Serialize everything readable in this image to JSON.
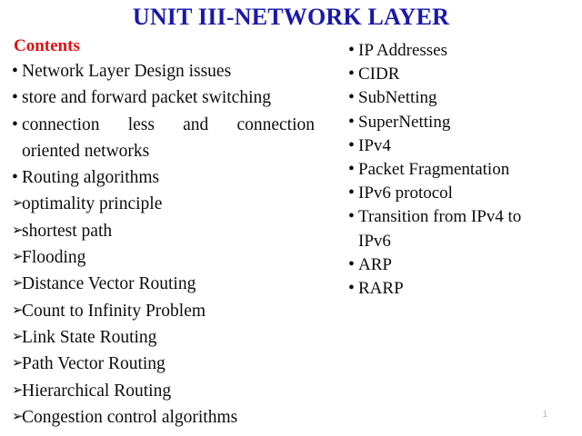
{
  "slide": {
    "title": "UNIT III-NETWORK LAYER",
    "title_color": "#1a18a8",
    "background_color": "#ffffff",
    "page_number": "1"
  },
  "left_column": {
    "heading": "Contents",
    "heading_color": "#e21010",
    "bullet_level1_glyph": "•",
    "bullet_level2_glyph": "➢",
    "items": [
      {
        "level": 1,
        "text": "Network Layer Design issues"
      },
      {
        "level": 1,
        "text": " store and  forward packet switching"
      },
      {
        "level": 1,
        "text": "connection less and connection",
        "justified": true,
        "continuation": "oriented networks"
      },
      {
        "level": 1,
        "text": "Routing algorithms"
      },
      {
        "level": 2,
        "text": "optimality principle"
      },
      {
        "level": 2,
        "text": " shortest path"
      },
      {
        "level": 2,
        "text": "Flooding"
      },
      {
        "level": 2,
        "text": "Distance Vector Routing"
      },
      {
        "level": 2,
        "text": "Count to  Infinity Problem"
      },
      {
        "level": 2,
        "text": "Link State Routing"
      },
      {
        "level": 2,
        "text": " Path Vector Routing"
      },
      {
        "level": 2,
        "text": "Hierarchical Routing"
      },
      {
        "level": 2,
        "text": "Congestion control algorithms"
      }
    ]
  },
  "right_column": {
    "bullet_level1_glyph": "•",
    "items": [
      {
        "level": 1,
        "text": "IP Addresses"
      },
      {
        "level": 1,
        "text": "CIDR"
      },
      {
        "level": 1,
        "text": "SubNetting"
      },
      {
        "level": 1,
        "text": "SuperNetting"
      },
      {
        "level": 1,
        "text": "IPv4"
      },
      {
        "level": 1,
        "text": "Packet Fragmentation"
      },
      {
        "level": 1,
        "text": "IPv6 protocol"
      },
      {
        "level": 1,
        "text": "Transition from IPv4 to",
        "continuation": "IPv6"
      },
      {
        "level": 1,
        "text": "ARP"
      },
      {
        "level": 1,
        "text": "RARP"
      }
    ]
  }
}
